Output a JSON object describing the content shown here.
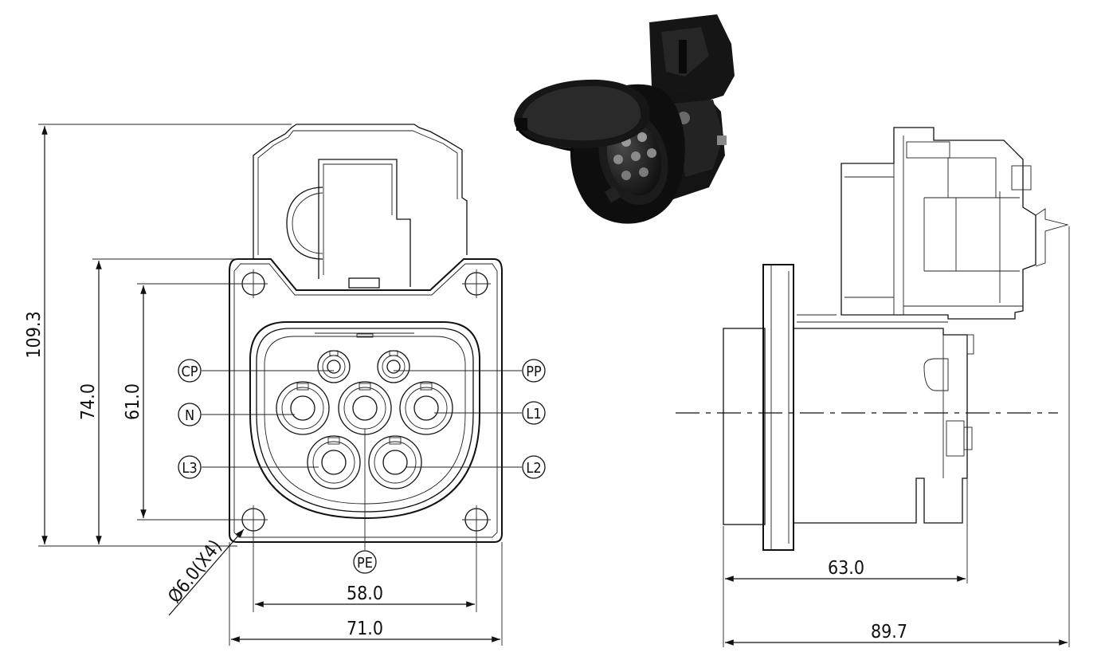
{
  "front_view": {
    "dimensions": {
      "overall_height": "109.3",
      "flange_height": "74.0",
      "hole_spacing_vertical": "61.0",
      "hole_spacing_horizontal": "58.0",
      "flange_width": "71.0",
      "hole_diameter": "Ø6.0(X4)"
    },
    "pins": {
      "cp": "CP",
      "pp": "PP",
      "n": "N",
      "l1": "L1",
      "l3": "L3",
      "l2": "L2",
      "pe": "PE"
    }
  },
  "side_view": {
    "dimensions": {
      "body_depth": "63.0",
      "overall_depth": "89.7"
    }
  }
}
